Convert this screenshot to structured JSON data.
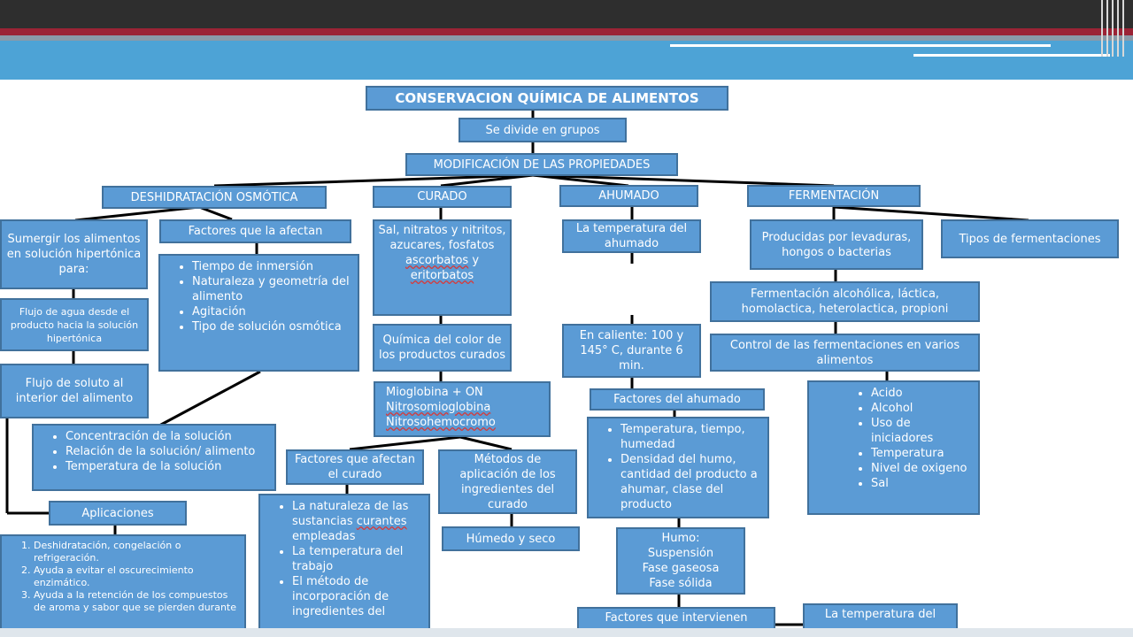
{
  "header": {
    "colors": {
      "dark": "#2e2e2e",
      "red": "#9b2335",
      "blue": "#4da3d6",
      "box": "#5b9bd5",
      "border": "#41719c"
    }
  },
  "diagram": {
    "title": "CONSERVACION QUÍMICA DE ALIMENTOS",
    "divide": "Se divide en  grupos",
    "modificacion": "MODIFICACIÓN DE LAS PROPIEDADES",
    "deshidratacion": {
      "header": "DESHIDRATACIÓN OSMÓTICA",
      "sumergir": "Sumergir los alimentos en solución hipertónica para:",
      "flujo_agua": "Flujo de agua desde el producto hacia la solución hipertónica",
      "flujo_soluto": "Flujo de soluto al interior del alimento",
      "factores_header": "Factores que la afectan",
      "factores_list": [
        "Tiempo de inmersión",
        "Naturaleza y geometría del alimento",
        "Agitación",
        "Tipo de solución osmótica"
      ],
      "conc_list": [
        "Concentración de la solución",
        "Relación de la solución/ alimento",
        "Temperatura de la solución"
      ],
      "aplicaciones": "Aplicaciones",
      "aplicaciones_list": [
        "Deshidratación,  congelación o refrigeración.",
        "Ayuda a evitar el oscurecimiento  enzimático.",
        "Ayuda a la retención  de los compuestos  de aroma y sabor que se pierden durante"
      ]
    },
    "curado": {
      "header": "CURADO",
      "sal": "Sal, nitratos y nitritos, azucares, fosfatos",
      "sal_red1": "ascorbatos",
      "sal_mid": " y ",
      "sal_red2": "eritorbatos",
      "quimica": "Química del color de los productos curados",
      "mio1": "Mioglobina + ON",
      "mio2": "Nitrosomioglobina",
      "mio3": "Nitrosohemocromo",
      "factores": "Factores que afectan el curado",
      "metodos": "Métodos de aplicación de los ingredientes del curado",
      "humedo": "Húmedo y seco",
      "list_a1": "La naturaleza de las sustancias",
      "list_a_red": "curantes",
      "list_a2": "empleadas",
      "list_b": "La temperatura del trabajo",
      "list_c": "El método de incorporación de ingredientes del"
    },
    "ahumado": {
      "header": "AHUMADO",
      "temp": "La temperatura del ahumado",
      "caliente": "En caliente: 100 y 145° C, durante 6 min.",
      "factores": "Factores del ahumado",
      "list": [
        "Temperatura, tiempo, humedad",
        "Densidad del humo, cantidad del producto a ahumar, clase del producto"
      ],
      "humo": [
        "Humo:",
        "Suspensión",
        "Fase gaseosa",
        "Fase sólida"
      ],
      "intervienen": "Factores que  intervienen",
      "temp2": "La temperatura del"
    },
    "fermentacion": {
      "header": "FERMENTACIÓN",
      "producidas": "Producidas por levaduras, hongos o bacterias",
      "tipos": "Tipos de fermentaciones",
      "alcoholica": "Fermentación alcohólica, láctica, homolactica, heterolactica, propioni",
      "control": "Control de las fermentaciones en varios alimentos",
      "list": [
        "Acido",
        "Alcohol",
        "Uso de iniciadores",
        "Temperatura",
        "Nivel de oxigeno",
        "Sal"
      ]
    }
  }
}
